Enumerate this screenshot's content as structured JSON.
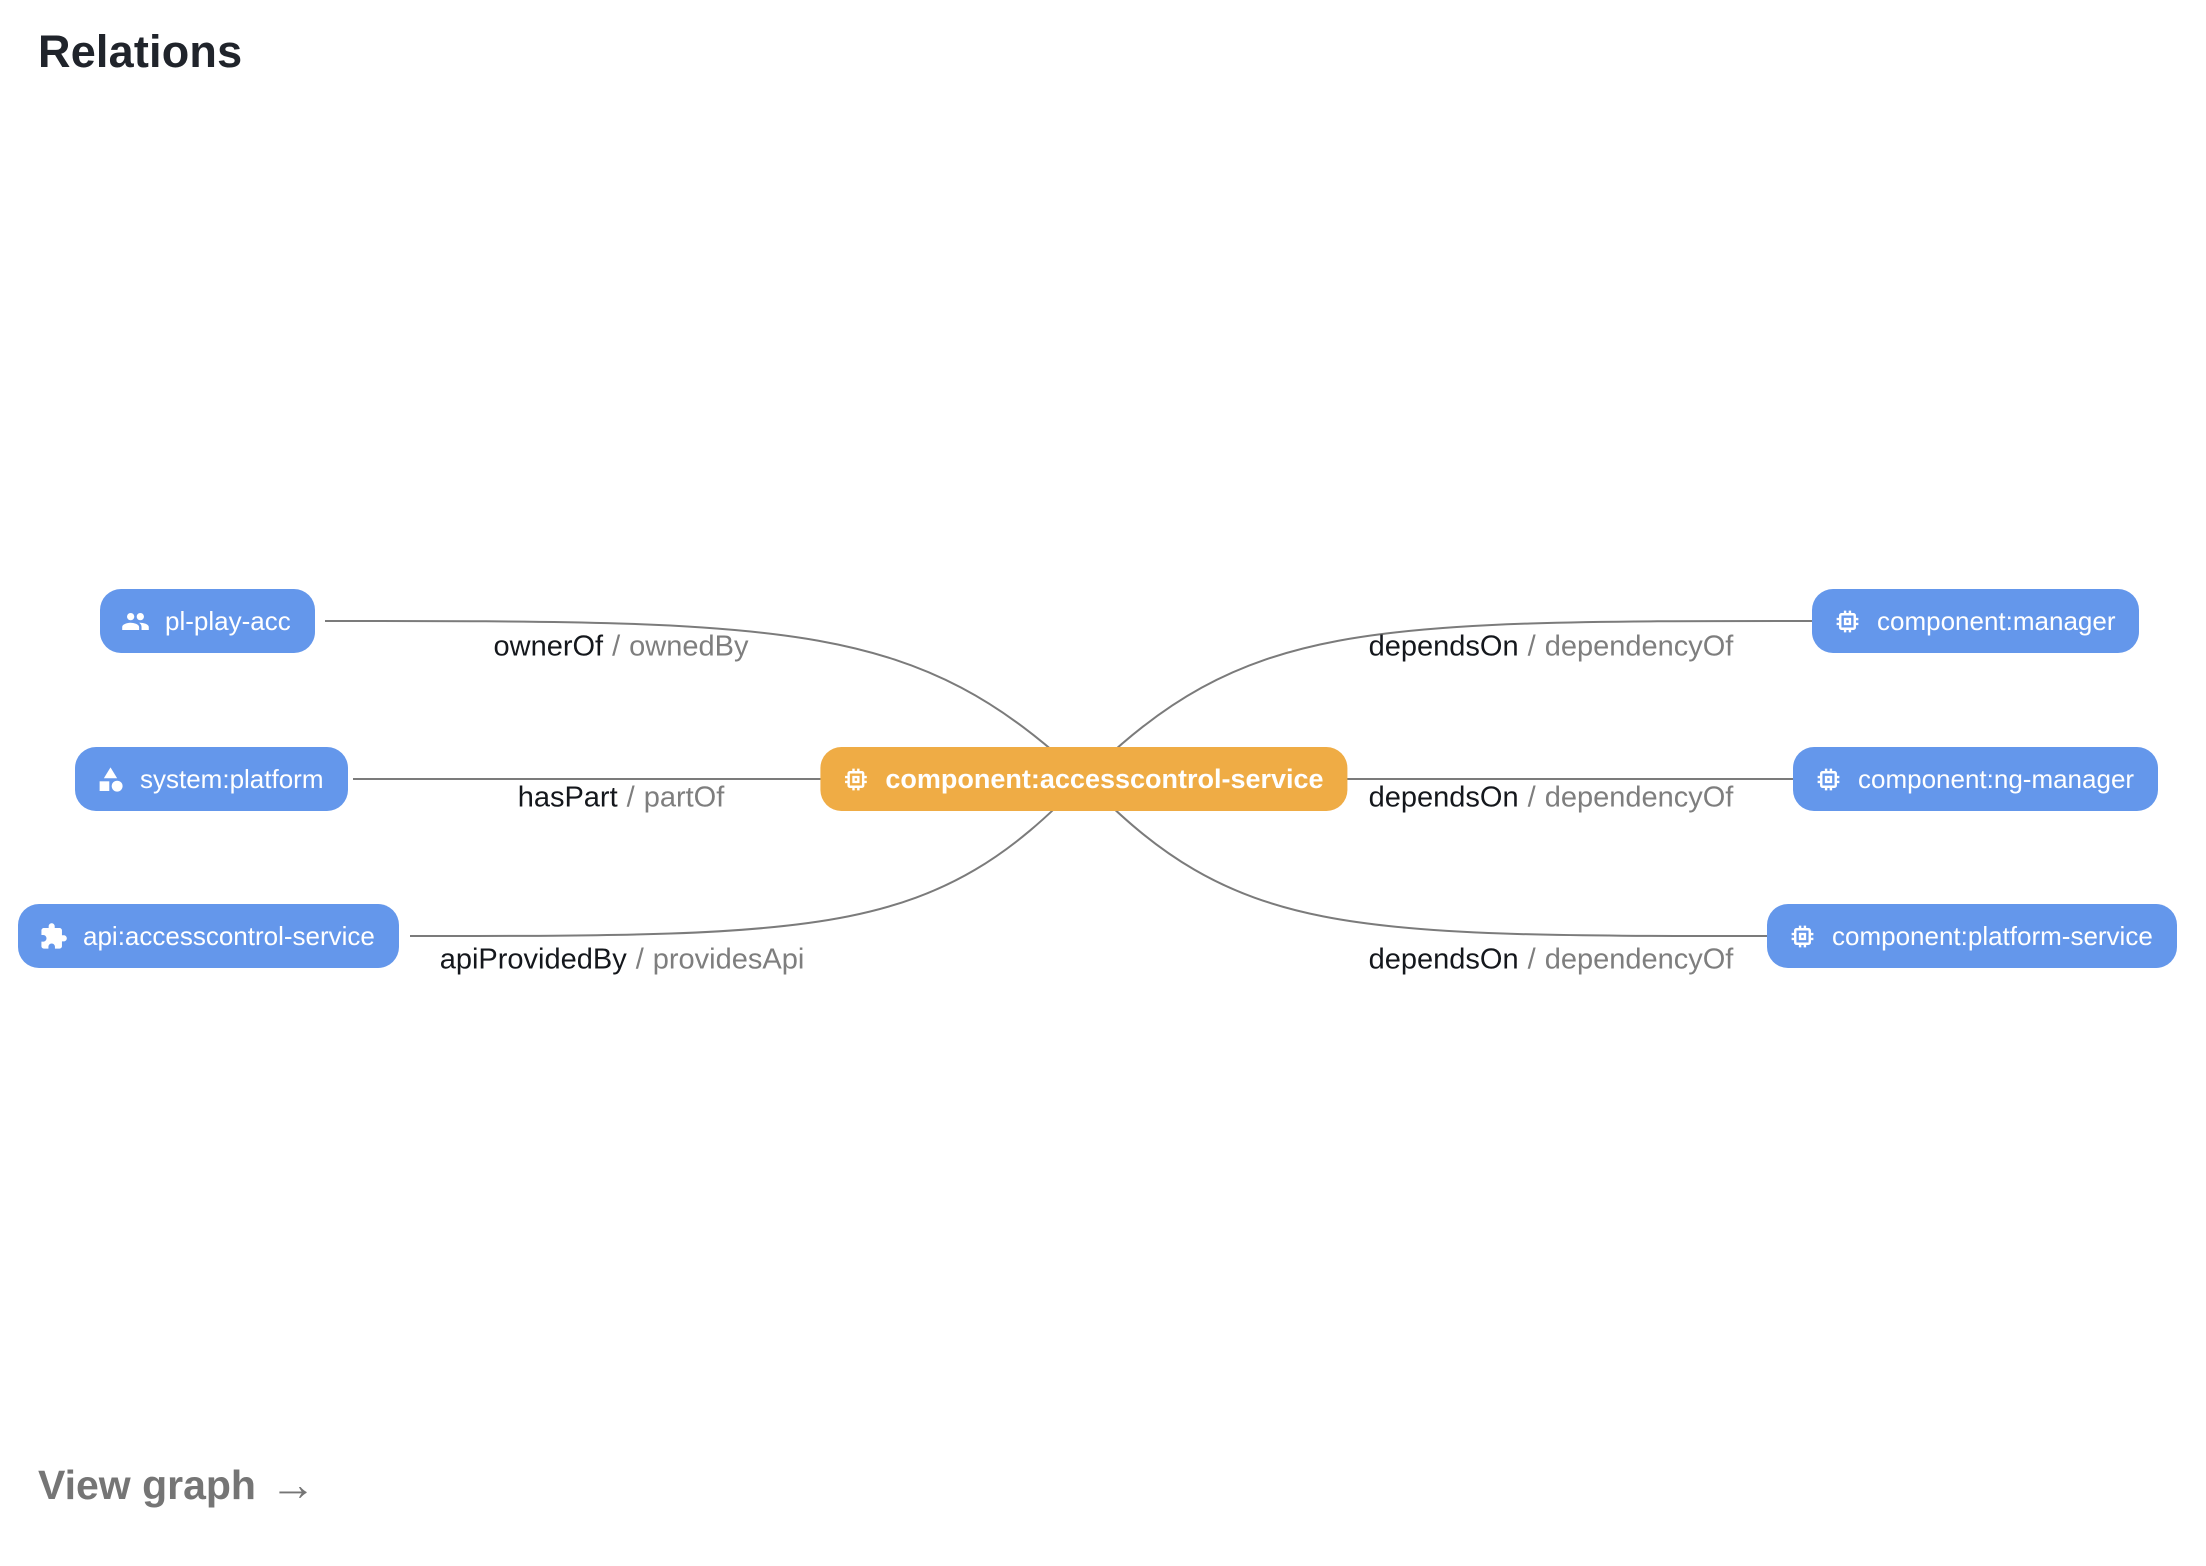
{
  "title": "Relations",
  "footer": {
    "label": "View graph",
    "arrow": "→"
  },
  "separator": "/",
  "colors": {
    "node_blue": "#6497EB",
    "node_center_orange": "#EFAC45",
    "edge_line": "#7B7B7B",
    "relation_primary": "#14171C",
    "relation_secondary": "#7E7E7E",
    "title_text": "#20242B",
    "footer_text": "#757575"
  },
  "graph": {
    "center": {
      "label": "component:accesscontrol-service",
      "icon": "chip-icon"
    },
    "left": [
      {
        "label": "pl-play-acc",
        "icon": "people-icon",
        "relation": "ownerOf",
        "inverse": "ownedBy"
      },
      {
        "label": "system:platform",
        "icon": "category-icon",
        "relation": "hasPart",
        "inverse": "partOf"
      },
      {
        "label": "api:accesscontrol-service",
        "icon": "puzzle-icon",
        "relation": "apiProvidedBy",
        "inverse": "providesApi"
      }
    ],
    "right": [
      {
        "label": "component:manager",
        "icon": "chip-icon",
        "relation": "dependsOn",
        "inverse": "dependencyOf"
      },
      {
        "label": "component:ng-manager",
        "icon": "chip-icon",
        "relation": "dependsOn",
        "inverse": "dependencyOf"
      },
      {
        "label": "component:platform-service",
        "icon": "chip-icon",
        "relation": "dependsOn",
        "inverse": "dependencyOf"
      }
    ]
  }
}
